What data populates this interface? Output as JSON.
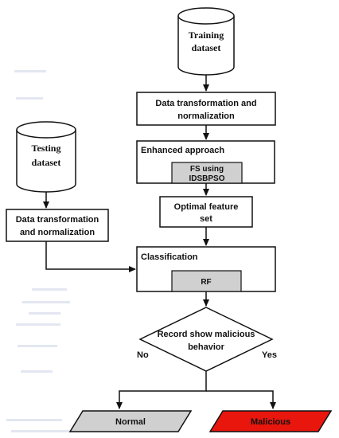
{
  "nodes": {
    "training": {
      "line1": "Training",
      "line2": "dataset"
    },
    "testing": {
      "line1": "Testing",
      "line2": "dataset"
    },
    "transform_right": {
      "line1": "Data transformation and",
      "line2": "normalization"
    },
    "transform_left": {
      "line1": "Data transformation",
      "line2": "and  normalization"
    },
    "enhanced": {
      "title": "Enhanced approach",
      "inner_line1": "FS using",
      "inner_line2": "IDSBPSO"
    },
    "optimal": {
      "line1": "Optimal feature",
      "line2": "set"
    },
    "classification": {
      "title": "Classification",
      "inner": "RF"
    },
    "decision": {
      "line1": "Record show malicious",
      "line2": "behavior"
    },
    "normal": {
      "label": "Normal"
    },
    "malicious": {
      "label": "Malicious"
    }
  },
  "edges": {
    "no_label": "No",
    "yes_label": "Yes"
  },
  "colors": {
    "stroke": "#111111",
    "inner_box": "#d0d0d0",
    "normal_fill": "#d0d0d0",
    "malicious_fill": "#e8160c"
  }
}
